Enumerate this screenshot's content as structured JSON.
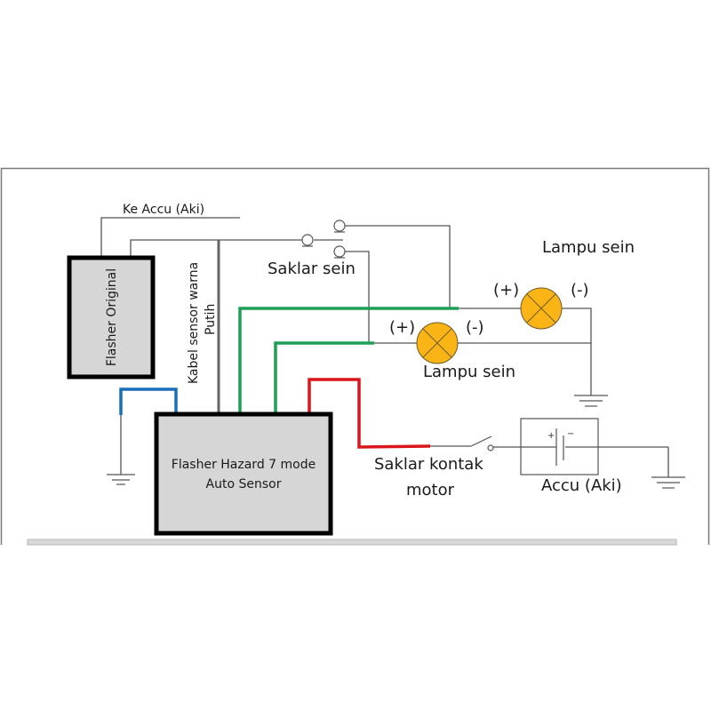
{
  "diagram": {
    "title": "Flasher Hazard 7 mode wiring diagram",
    "colors": {
      "wire_default": "#555555",
      "wire_sensor": "#666666",
      "wire_green": "#1f9e57",
      "wire_red": "#d9161b",
      "wire_blue": "#1a6fb8",
      "lamp_fill": "#fbb416",
      "lamp_stroke": "#6b5a2a",
      "module_fill": "#d6d6d6",
      "frame": "#7a7a7a",
      "bottom_bar": "#d9d9d9"
    },
    "labels": {
      "ke_accu": "Ke Accu (Aki)",
      "flasher_original": "Flasher Original",
      "kabel_sensor_line1": "Kabel sensor warna",
      "kabel_sensor_line2": "Putih",
      "saklar_sein": "Saklar sein",
      "lampu_sein_top": "Lampu sein",
      "lampu_sein_bottom": "Lampu sein",
      "lamp1_plus": "(+)",
      "lamp1_minus": "(-)",
      "lamp2_plus": "(+)",
      "lamp2_minus": "(-)",
      "flasher_hazard_line1": "Flasher Hazard 7 mode",
      "flasher_hazard_line2": "Auto Sensor",
      "saklar_kontak_line1": "Saklar kontak",
      "saklar_kontak_line2": "motor",
      "accu": "Accu (Aki)",
      "battery_plus": "+",
      "battery_minus": "−"
    },
    "components": [
      {
        "id": "flasher-original",
        "type": "module"
      },
      {
        "id": "flasher-hazard",
        "type": "module"
      },
      {
        "id": "turn-switch",
        "type": "switch"
      },
      {
        "id": "lamp-upper",
        "type": "lamp"
      },
      {
        "id": "lamp-lower",
        "type": "lamp"
      },
      {
        "id": "ignition-switch",
        "type": "switch"
      },
      {
        "id": "battery",
        "type": "battery"
      },
      {
        "id": "ground-left",
        "type": "ground"
      },
      {
        "id": "ground-lamps",
        "type": "ground"
      },
      {
        "id": "ground-battery",
        "type": "ground"
      }
    ]
  }
}
